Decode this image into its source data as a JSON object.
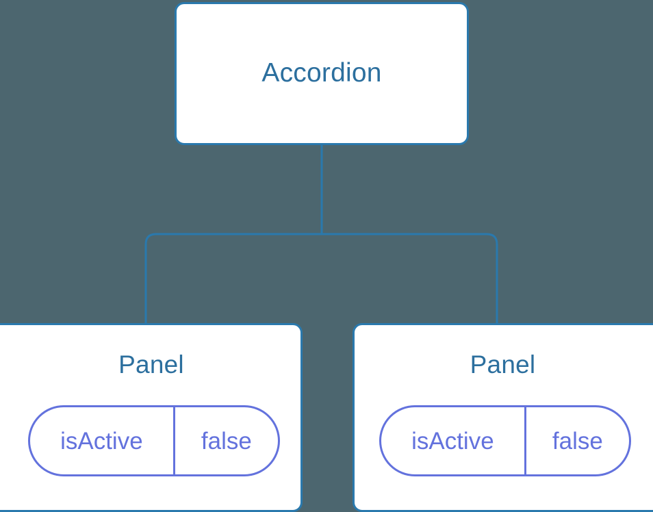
{
  "diagram": {
    "type": "component-tree",
    "background_color": "#4c666f",
    "node_border_color": "#2a79ad",
    "node_fill_color": "#ffffff",
    "node_title_color": "#2c6f9e",
    "connector_color": "#2a79ad",
    "pill_color": "#6372dd",
    "root": {
      "title": "Accordion"
    },
    "children": [
      {
        "title": "Panel",
        "prop": {
          "key": "isActive",
          "value": "false"
        }
      },
      {
        "title": "Panel",
        "prop": {
          "key": "isActive",
          "value": "false"
        }
      }
    ]
  }
}
